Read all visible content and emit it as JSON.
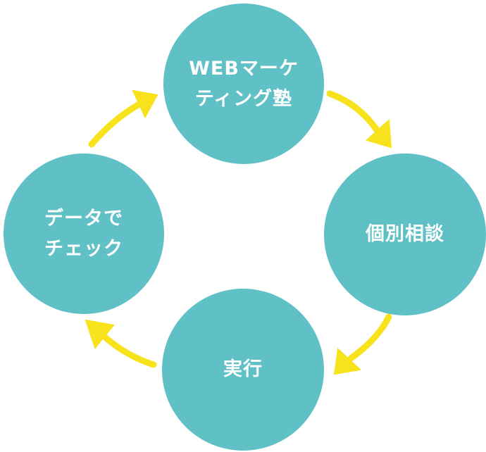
{
  "colors": {
    "circle": "#5fc0c6",
    "arrow": "#f7e21c",
    "text": "#ffffff"
  },
  "nodes": [
    {
      "label": "WEBマーケ\nティング塾"
    },
    {
      "label": "個別相談"
    },
    {
      "label": "実行"
    },
    {
      "label": "データで\nチェック"
    }
  ]
}
